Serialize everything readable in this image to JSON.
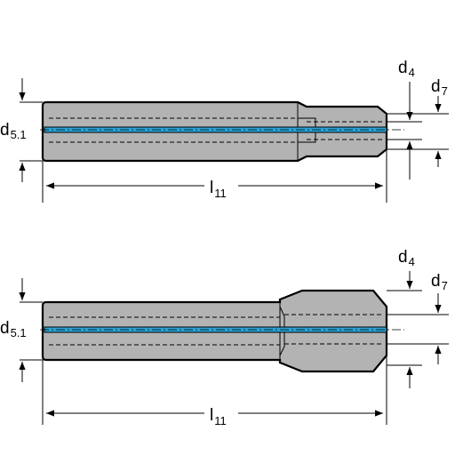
{
  "views": [
    {
      "id": "top",
      "labels": {
        "d4": {
          "main": "d",
          "sub": "4"
        },
        "d7": {
          "main": "d",
          "sub": "7"
        },
        "d51": {
          "main": "d",
          "sub": "5.1"
        },
        "l11": {
          "main": "l",
          "sub": "11"
        }
      }
    },
    {
      "id": "bottom",
      "labels": {
        "d4": {
          "main": "d",
          "sub": "4"
        },
        "d7": {
          "main": "d",
          "sub": "7"
        },
        "d51": {
          "main": "d",
          "sub": "5.1"
        },
        "l11": {
          "main": "l",
          "sub": "11"
        }
      }
    }
  ],
  "colors": {
    "body": "#b3b3b3",
    "coolant": "#29a3d6",
    "line": "#000000"
  }
}
